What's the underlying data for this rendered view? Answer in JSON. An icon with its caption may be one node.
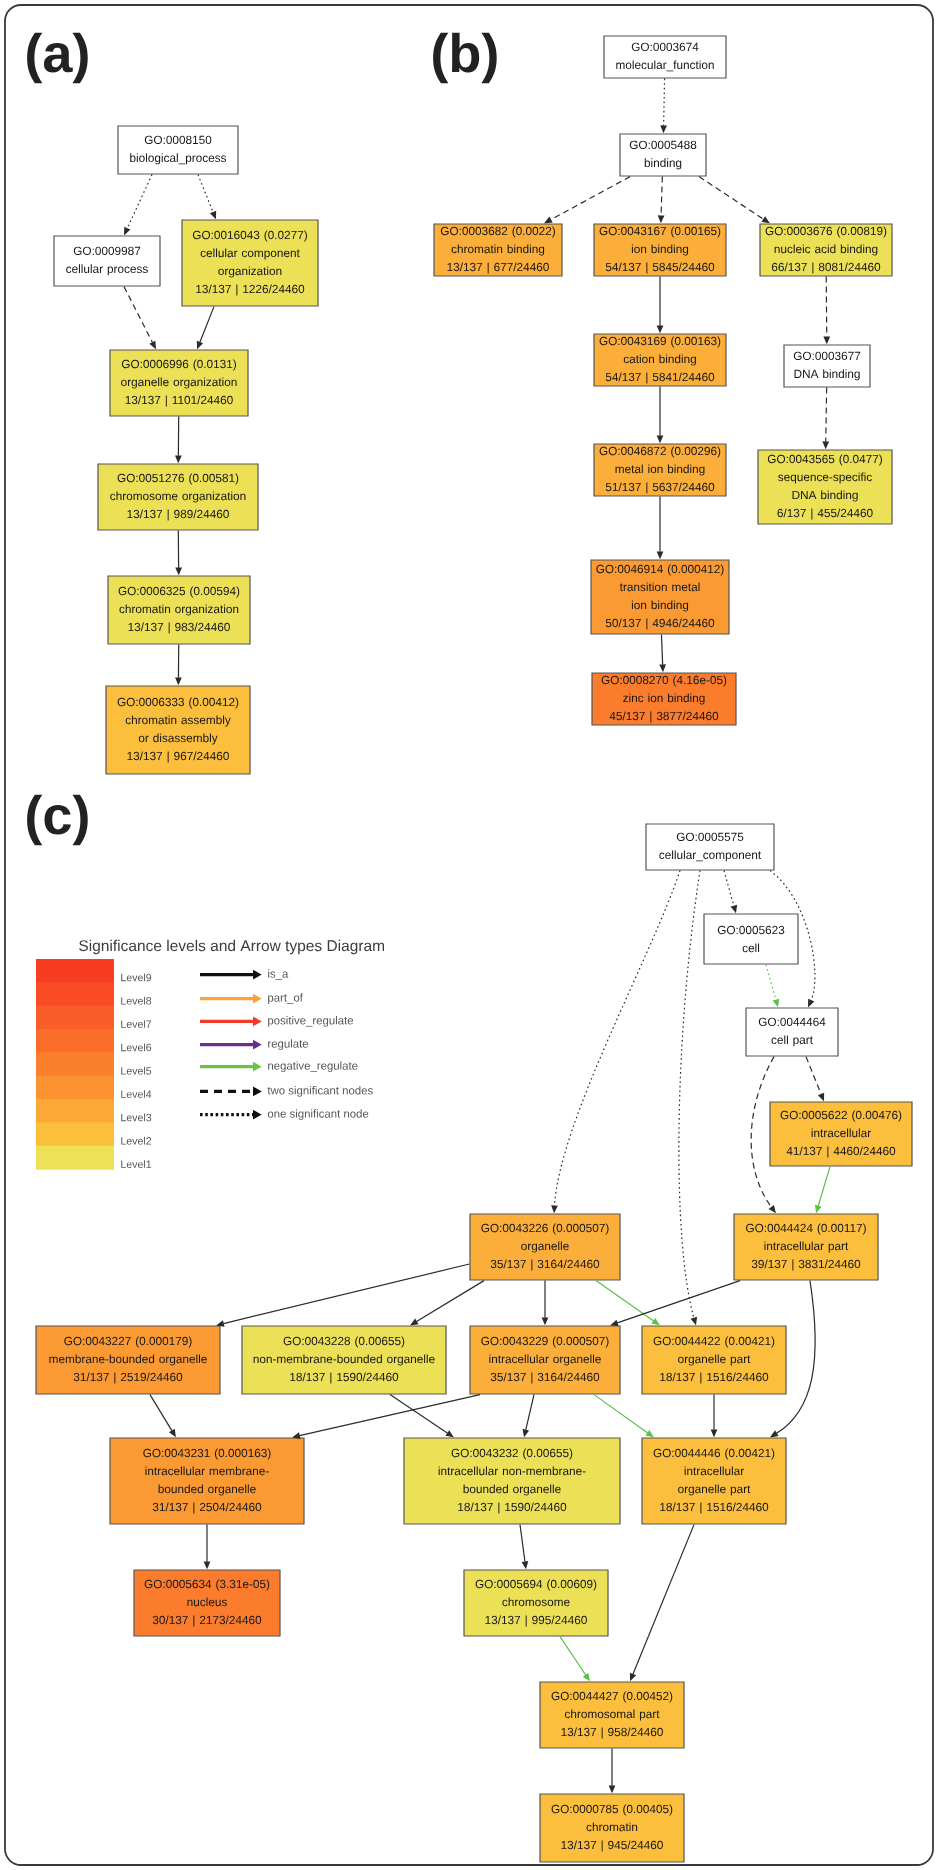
{
  "diagram": {
    "nodes": [
      {
        "text": [
          "GO:0008150",
          "biological_process"
        ]
      },
      {
        "text": [
          "GO:0009987",
          "cellular process"
        ]
      },
      {
        "text": [
          "GO:0016043 (0.0277)",
          "cellular component organization",
          "13/137 | 1226/24460"
        ]
      },
      {
        "text": [
          "GO:0006996 (0.0131)",
          "organelle organization",
          "13/137 | 1101/24460"
        ]
      },
      {
        "text": [
          "GO:0051276 (0.00581)",
          "chromosome organization",
          "13/137 | 989/24460"
        ]
      },
      {
        "text": [
          "GO:0006325 (0.00594)",
          "chromatin organization",
          "13/137 | 983/24460"
        ]
      },
      {
        "text": [
          "GO:0006333 (0.00412)",
          "chromatin assembly or disassembly",
          "13/137 | 967/24460"
        ]
      },
      {
        "text": [
          "GO:0003674",
          "molecular_function"
        ]
      },
      {
        "text": [
          "GO:0005488",
          "binding"
        ]
      },
      {
        "text": [
          "GO:0003682 (0.0022)",
          "chromatin binding",
          "13/137 | 677/24460"
        ]
      },
      {
        "text": [
          "GO:0043167 (0.00165)",
          "ion binding",
          "54/137 | 5845/24460"
        ]
      },
      {
        "text": [
          "GO:0003676 (0.00819)",
          "nucleic acid binding",
          "66/137 | 8081/24460"
        ]
      },
      {
        "text": [
          "GO:0043169 (0.00163)",
          "cation binding",
          "54/137 | 5841/24460"
        ]
      },
      {
        "text": [
          "GO:0003677",
          "DNA binding"
        ]
      },
      {
        "text": [
          "GO:0043565 (0.0477)",
          "sequence-specific DNA binding",
          "6/137 | 455/24460"
        ]
      },
      {
        "text": [
          "GO:0046872 (0.00296)",
          "metal ion binding",
          "51/137 | 5637/24460"
        ]
      },
      {
        "text": [
          "GO:0046914 (0.000412)",
          "transition metal ion binding",
          "50/137 | 4946/24460"
        ]
      },
      {
        "text": [
          "GO:0008270 (4.16e-05)",
          "zinc ion binding",
          "45/137 | 3877/24460"
        ]
      },
      {
        "text": [
          "GO:0005575",
          "cellular_component"
        ]
      },
      {
        "text": [
          "GO:0005623",
          "cell"
        ]
      },
      {
        "text": [
          "GO:0044464",
          "cell part"
        ]
      },
      {
        "text": [
          "GO:0005622 (0.00476)",
          "intracellular",
          "41/137 | 4460/24460"
        ]
      },
      {
        "text": [
          "GO:0043226 (0.000507)",
          "organelle",
          "35/137 | 3164/24460"
        ]
      },
      {
        "text": [
          "GO:0044424 (0.00117)",
          "intracellular part",
          "39/137 | 3831/24460"
        ]
      },
      {
        "text": [
          "GO:0043227 (0.000179)",
          "membrane-bounded organelle",
          "31/137 | 2519/24460"
        ]
      },
      {
        "text": [
          "GO:0043228 (0.00655)",
          "non-membrane-bounded organelle",
          "18/137 | 1590/24460"
        ]
      },
      {
        "text": [
          "GO:0043229 (0.000507)",
          "intracellular organelle",
          "35/137 | 3164/24460"
        ]
      },
      {
        "text": [
          "GO:0044422 (0.00421)",
          "organelle part",
          "18/137 | 1516/24460"
        ]
      },
      {
        "text": [
          "GO:0043231 (0.000163)",
          "intracellular membrane-bounded organelle",
          "31/137 | 2504/24460"
        ]
      },
      {
        "text": [
          "GO:0043232 (0.00655)",
          "intracellular non-membrane-bounded organelle",
          "18/137 | 1590/24460"
        ]
      },
      {
        "text": [
          "GO:0044446 (0.00421)",
          "intracellular organelle part",
          "18/137 | 1516/24460"
        ]
      },
      {
        "text": [
          "GO:0005634 (3.31e-05)",
          "nucleus",
          "30/137 | 2173/24460"
        ]
      },
      {
        "text": [
          "GO:0005694 (0.00609)",
          "chromosome",
          "13/137 | 995/24460"
        ]
      },
      {
        "text": [
          "GO:0044427 (0.00452)",
          "chromosomal part",
          "13/137 | 958/24460"
        ]
      },
      {
        "text": [
          "GO:0000785 (0.00405)",
          "chromatin",
          "13/137 | 945/24460"
        ]
      }
    ],
    "edges": [
      {
        "from": 0,
        "to": 1,
        "arrow": "to",
        "style": "dashed"
      },
      {
        "from": 0,
        "to": 2,
        "arrow": "to",
        "style": "dashed"
      },
      {
        "from": 1,
        "to": 3,
        "arrow": "to",
        "style": "dashed"
      },
      {
        "from": 2,
        "to": 3,
        "arrow": "to"
      },
      {
        "from": 3,
        "to": 4,
        "arrow": "to"
      },
      {
        "from": 4,
        "to": 5,
        "arrow": "to"
      },
      {
        "from": 5,
        "to": 6,
        "arrow": "to"
      },
      {
        "from": 7,
        "to": 8,
        "arrow": "to",
        "style": "dashed"
      },
      {
        "from": 8,
        "to": 9,
        "arrow": "to",
        "style": "dashed"
      },
      {
        "from": 8,
        "to": 10,
        "arrow": "to",
        "style": "dashed"
      },
      {
        "from": 8,
        "to": 11,
        "arrow": "to",
        "style": "dashed"
      },
      {
        "from": 10,
        "to": 12,
        "arrow": "to"
      },
      {
        "from": 11,
        "to": 13,
        "arrow": "to",
        "style": "dashed"
      },
      {
        "from": 13,
        "to": 14,
        "arrow": "to",
        "style": "dashed"
      },
      {
        "from": 12,
        "to": 15,
        "arrow": "to"
      },
      {
        "from": 15,
        "to": 16,
        "arrow": "to"
      },
      {
        "from": 16,
        "to": 17,
        "arrow": "to"
      },
      {
        "from": 18,
        "to": 19,
        "arrow": "to",
        "style": "dashed"
      },
      {
        "from": 18,
        "to": 20,
        "arrow": "to",
        "style": "dashed"
      },
      {
        "from": 18,
        "to": 22,
        "arrow": "to",
        "style": "dashed"
      },
      {
        "from": 18,
        "to": 27,
        "arrow": "to",
        "style": "dashed"
      },
      {
        "from": 19,
        "to": 20,
        "arrow": "to",
        "style": "dashed",
        "color": "#5cbf4a"
      },
      {
        "from": 20,
        "to": 21,
        "arrow": "to",
        "style": "dashed"
      },
      {
        "from": 20,
        "to": 23,
        "arrow": "to",
        "style": "dashed"
      },
      {
        "from": 21,
        "to": 23,
        "arrow": "to",
        "color": "#5cbf4a"
      },
      {
        "from": 22,
        "to": 24,
        "arrow": "to"
      },
      {
        "from": 22,
        "to": 25,
        "arrow": "to"
      },
      {
        "from": 22,
        "to": 26,
        "arrow": "to"
      },
      {
        "from": 22,
        "to": 27,
        "arrow": "to",
        "color": "#5cbf4a"
      },
      {
        "from": 23,
        "to": 26,
        "arrow": "to"
      },
      {
        "from": 23,
        "to": 30,
        "arrow": "to"
      },
      {
        "from": 24,
        "to": 28,
        "arrow": "to"
      },
      {
        "from": 25,
        "to": 29,
        "arrow": "to"
      },
      {
        "from": 26,
        "to": 28,
        "arrow": "to"
      },
      {
        "from": 26,
        "to": 29,
        "arrow": "to"
      },
      {
        "from": 26,
        "to": 30,
        "arrow": "to",
        "color": "#5cbf4a"
      },
      {
        "from": 27,
        "to": 30,
        "arrow": "to"
      },
      {
        "from": 28,
        "to": 31,
        "arrow": "to"
      },
      {
        "from": 29,
        "to": 32,
        "arrow": "to"
      },
      {
        "from": 30,
        "to": 33,
        "arrow": "to"
      },
      {
        "from": 32,
        "to": 33,
        "arrow": "to",
        "color": "#5cbf4a"
      },
      {
        "from": 33,
        "to": 34,
        "arrow": "to"
      }
    ],
    "labels": [
      "(a)",
      "(b)",
      "(c)",
      "Significance levels and Arrow types Diagram"
    ],
    "legend": [
      {
        "text": "Level9",
        "color": "#f83c22"
      },
      {
        "text": "Level8",
        "color": "#f94c24"
      },
      {
        "text": "Level7",
        "color": "#fa5d27"
      },
      {
        "text": "Level6",
        "color": "#fb6e2a"
      },
      {
        "text": "Level5",
        "color": "#fb802d"
      },
      {
        "text": "Level4",
        "color": "#fc9331"
      },
      {
        "text": "Level3",
        "color": "#fca836"
      },
      {
        "text": "Level2",
        "color": "#fbbf3c"
      },
      {
        "text": "Level1",
        "color": "#ede257"
      },
      {
        "text": "is_a"
      },
      {
        "text": "part_of"
      },
      {
        "text": "positive_regulate"
      },
      {
        "text": "regulate"
      },
      {
        "text": "negative_regulate"
      },
      {
        "text": "two significant nodes"
      },
      {
        "text": "one significant node"
      }
    ]
  }
}
